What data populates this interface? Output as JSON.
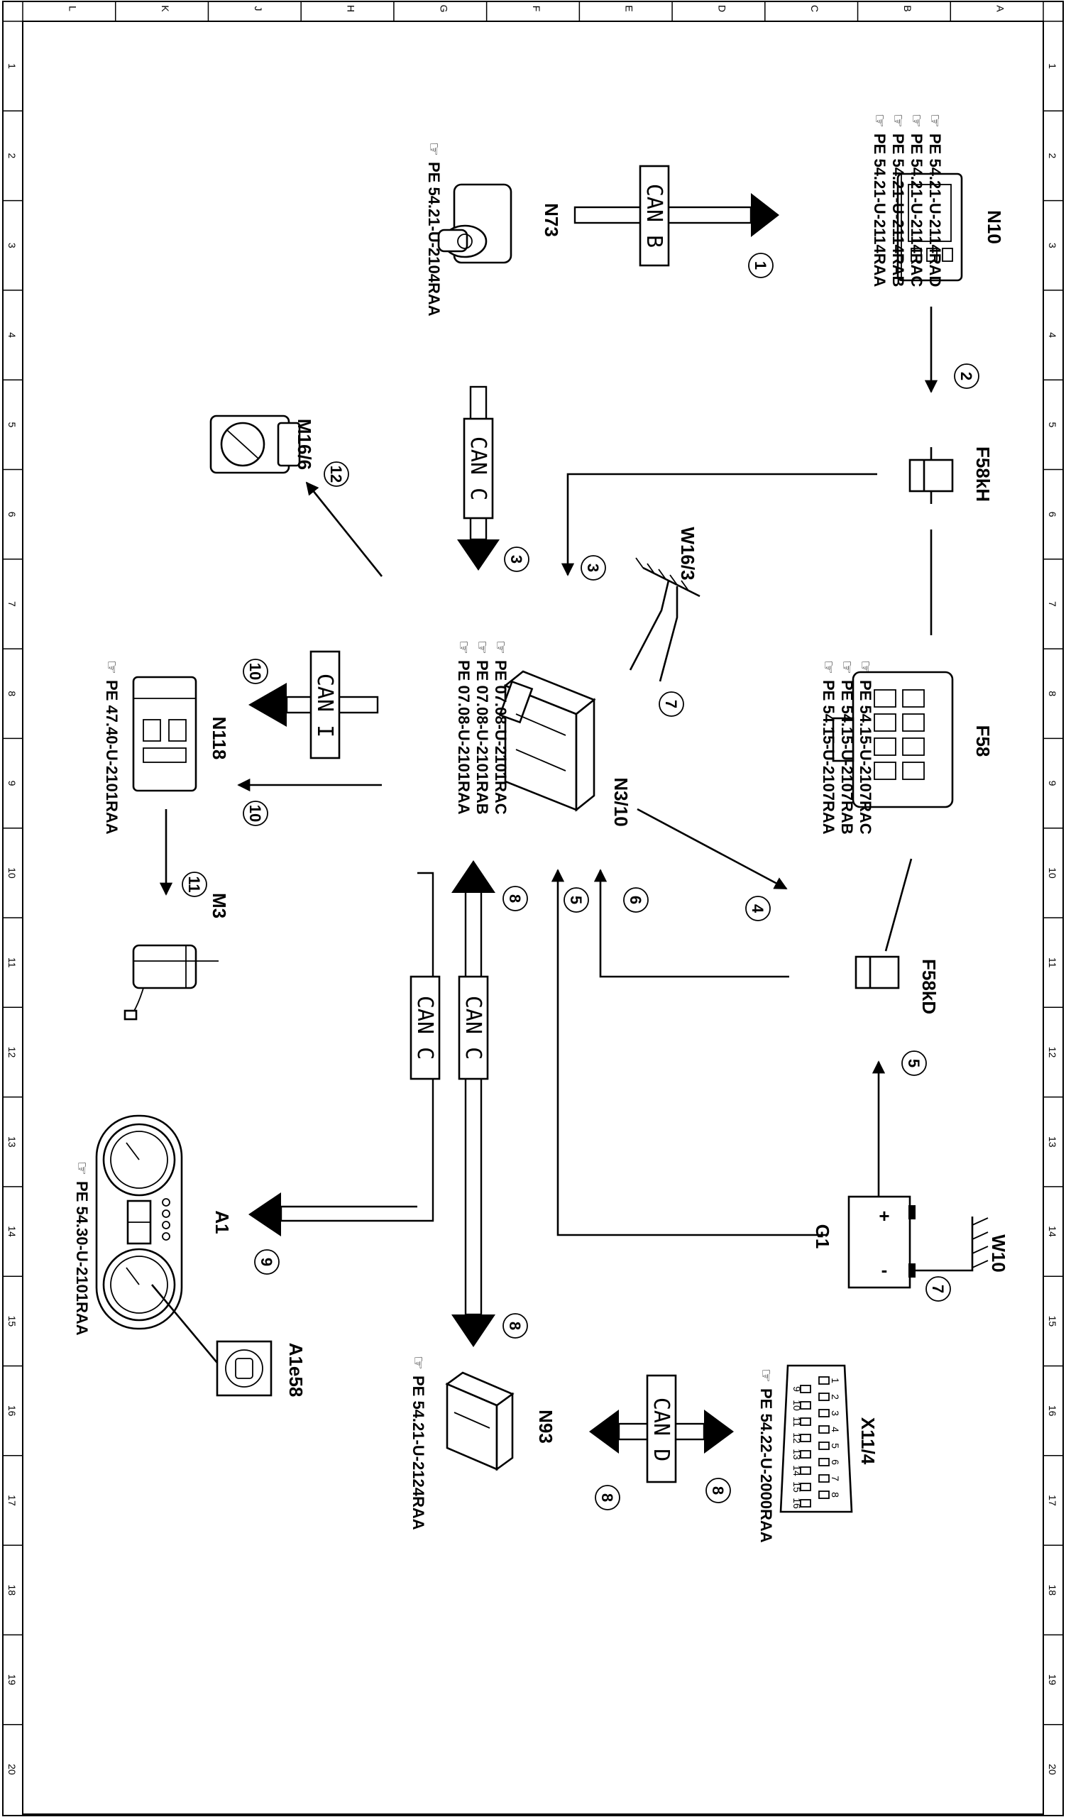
{
  "grid": {
    "letters": [
      "L",
      "K",
      "J",
      "H",
      "G",
      "F",
      "E",
      "D",
      "C",
      "B",
      "A"
    ],
    "numbers": [
      "1",
      "2",
      "3",
      "4",
      "5",
      "6",
      "7",
      "8",
      "9",
      "10",
      "11",
      "12",
      "13",
      "14",
      "15",
      "16",
      "17",
      "18",
      "19",
      "20"
    ]
  },
  "components": {
    "n10": {
      "label": "N10",
      "refs": [
        "PE 54.21-U-2114RAA",
        "PE 54.21-U-2114RAB",
        "PE 54.21-U-2114RAC",
        "PE 54.21-U-2114RAD"
      ]
    },
    "n73": {
      "label": "N73",
      "refs": [
        "PE 54.21-U-2104RAA"
      ]
    },
    "f58kh": {
      "label": "F58kH"
    },
    "m16_6": {
      "label": "M16/6"
    },
    "w16_3": {
      "label": "W16/3"
    },
    "f58": {
      "label": "F58",
      "refs": [
        "PE 54.15-U-2107RAA",
        "PE 54.15-U-2107RAB",
        "PE 54.15-U-2107RAC"
      ]
    },
    "n3_10": {
      "label": "N3/10",
      "refs": [
        "PE 07.08-U-2101RAA",
        "PE 07.08-U-2101RAB",
        "PE 07.08-U-2101RAC"
      ]
    },
    "n118": {
      "label": "N118",
      "refs": [
        "PE 47.40-U-2101RAA"
      ]
    },
    "m3": {
      "label": "M3"
    },
    "f58kd": {
      "label": "F58kD"
    },
    "g1": {
      "label": "G1",
      "plus": "+",
      "minus": "-"
    },
    "w10": {
      "label": "W10"
    },
    "a1": {
      "label": "A1",
      "refs": [
        "PE 54.30-U-2101RAA"
      ]
    },
    "a1e58": {
      "label": "A1e58"
    },
    "x11_4": {
      "label": "X11/4",
      "refs": [
        "PE 54.22-U-2000RAA"
      ],
      "pins_top": [
        "1",
        "2",
        "3",
        "4",
        "5",
        "6",
        "7",
        "8"
      ],
      "pins_bottom": [
        "9",
        "10",
        "11",
        "12",
        "13",
        "14",
        "15",
        "16"
      ]
    },
    "n93": {
      "label": "N93",
      "refs": [
        "PE 54.21-U-2124RAA"
      ]
    }
  },
  "buses": {
    "can_b": "CAN B",
    "can_c_top": "CAN C",
    "can_i": "CAN I",
    "can_c_left": "CAN C",
    "can_c_right": "CAN C",
    "can_d": "CAN D"
  },
  "markers": {
    "m1": "1",
    "m2": "2",
    "m3a": "3",
    "m3b": "3",
    "m4": "4",
    "m5a": "5",
    "m5b": "5",
    "m6": "6",
    "m7a": "7",
    "m7b": "7",
    "m8a": "8",
    "m8b": "8",
    "m8c": "8",
    "m8d": "8",
    "m9": "9",
    "m10a": "10",
    "m10b": "10",
    "m11": "11",
    "m12": "12"
  }
}
